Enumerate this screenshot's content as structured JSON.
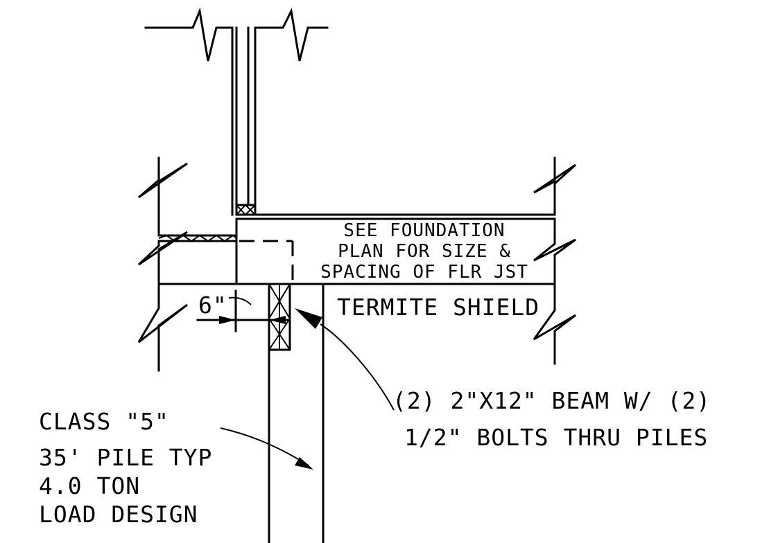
{
  "note_foundation": {
    "line1": "SEE FOUNDATION",
    "line2": "PLAN FOR SIZE &",
    "line3": "SPACING OF FLR JST"
  },
  "label_termite": "TERMITE SHIELD",
  "dimension": "6\"",
  "note_beam": {
    "line1": "(2) 2\"X12\" BEAM W/  (2)",
    "line2": "1/2\" BOLTS THRU PILES"
  },
  "note_pile": {
    "line1": "CLASS \"5\"",
    "line2": "35' PILE TYP",
    "line3": "4.0 TON",
    "line4": "LOAD DESIGN"
  }
}
